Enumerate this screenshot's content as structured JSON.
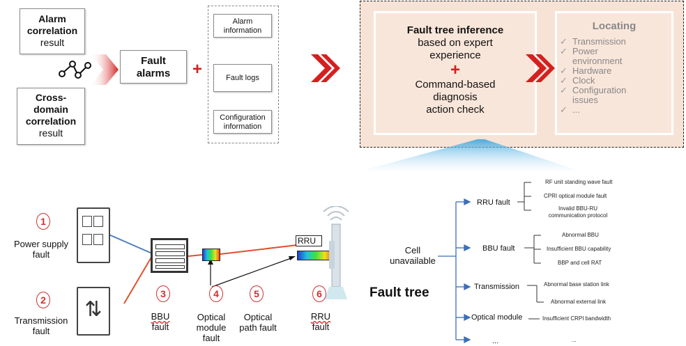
{
  "colors": {
    "accent": "#d02020",
    "panel": "#f7e3d6",
    "arrow": "#4a86c8",
    "line_red": "#e0502a",
    "line_blue": "#4a7ec0"
  },
  "top": {
    "alarm_correlation": {
      "bold": [
        "Alarm",
        "correlation"
      ],
      "normal": "result"
    },
    "cross_domain": {
      "bold": [
        "Cross-",
        "domain",
        "correlation"
      ],
      "normal": "result"
    },
    "fault_alarms": [
      "Fault",
      "alarms"
    ],
    "plus": "+",
    "alarm_information": [
      "Alarm",
      "information"
    ],
    "fault_logs": "Fault logs",
    "configuration_information": [
      "Configuration",
      "information"
    ],
    "inference": {
      "title": "Fault tree inference",
      "lines": [
        "based on expert",
        "experience"
      ],
      "plus": "+",
      "lines2": [
        "Command-based",
        "diagnosis",
        "action check"
      ]
    },
    "locating": {
      "title": "Locating",
      "items": [
        "Transmission",
        "Power environment",
        "Hardware",
        "Clock",
        "Configuration issues",
        "..."
      ],
      "check": "✓"
    }
  },
  "network": {
    "items": [
      {
        "num": "1",
        "label": [
          "Power supply",
          "fault"
        ]
      },
      {
        "num": "2",
        "label": [
          "Transmission",
          "fault"
        ]
      },
      {
        "num": "3",
        "label": [
          "BBU",
          "fault"
        ]
      },
      {
        "num": "4",
        "label": [
          "Optical",
          "module",
          "fault"
        ]
      },
      {
        "num": "5",
        "label": [
          "Optical",
          "path fault"
        ]
      },
      {
        "num": "6",
        "label": [
          "RRU",
          "fault"
        ]
      }
    ],
    "rru_tag": "RRU"
  },
  "tree": {
    "root": [
      "Cell",
      "unavailable"
    ],
    "title": "Fault tree",
    "branches": [
      {
        "name": "RRU fault",
        "leaves": [
          "RF unit standing wave fault",
          "CPRI optical module fault",
          "Invalid BBU-RU communication protocol"
        ]
      },
      {
        "name": "BBU fault",
        "leaves": [
          "Abnormal BBU",
          "Insufficient BBU capability",
          "BBP and cell RAT"
        ]
      },
      {
        "name": "Transmission",
        "leaves": [
          "Abnormal base station link",
          "Abnormal external link"
        ]
      },
      {
        "name": "Optical module",
        "leaves": [
          "Insufficient CRPI bandwidth"
        ]
      },
      {
        "name": "...",
        "leaves": [
          "..."
        ]
      }
    ]
  }
}
